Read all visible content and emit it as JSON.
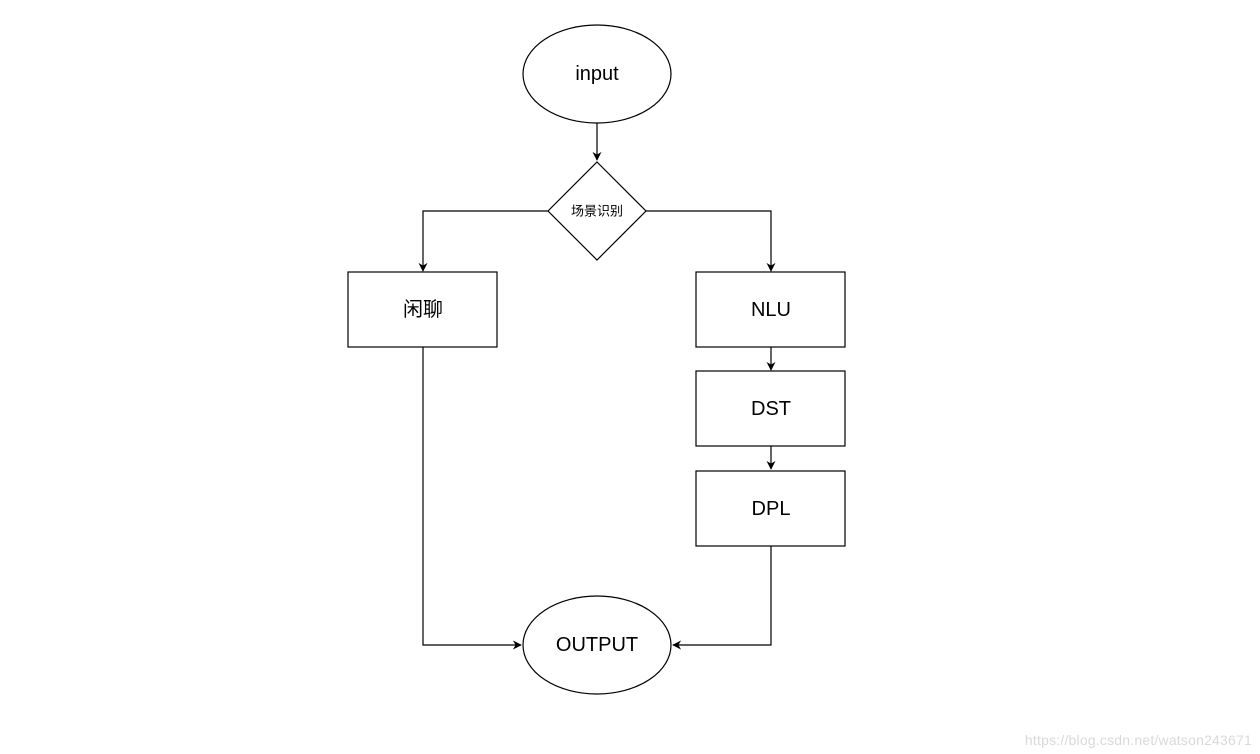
{
  "diagram": {
    "nodes": {
      "input": {
        "label": "input",
        "shape": "ellipse"
      },
      "decision": {
        "label": "场景识别",
        "shape": "diamond"
      },
      "chitchat": {
        "label": "闲聊",
        "shape": "rectangle"
      },
      "nlu": {
        "label": "NLU",
        "shape": "rectangle"
      },
      "dst": {
        "label": "DST",
        "shape": "rectangle"
      },
      "dpl": {
        "label": "DPL",
        "shape": "rectangle"
      },
      "output": {
        "label": "OUTPUT",
        "shape": "ellipse"
      }
    },
    "edges": [
      {
        "from": "input",
        "to": "decision"
      },
      {
        "from": "decision",
        "to": "chitchat"
      },
      {
        "from": "decision",
        "to": "nlu"
      },
      {
        "from": "nlu",
        "to": "dst"
      },
      {
        "from": "dst",
        "to": "dpl"
      },
      {
        "from": "chitchat",
        "to": "output"
      },
      {
        "from": "dpl",
        "to": "output"
      }
    ],
    "colors": {
      "stroke": "#000000",
      "fill": "#ffffff",
      "watermark": "#d9d9d9"
    }
  },
  "watermark": "https://blog.csdn.net/watson243671"
}
